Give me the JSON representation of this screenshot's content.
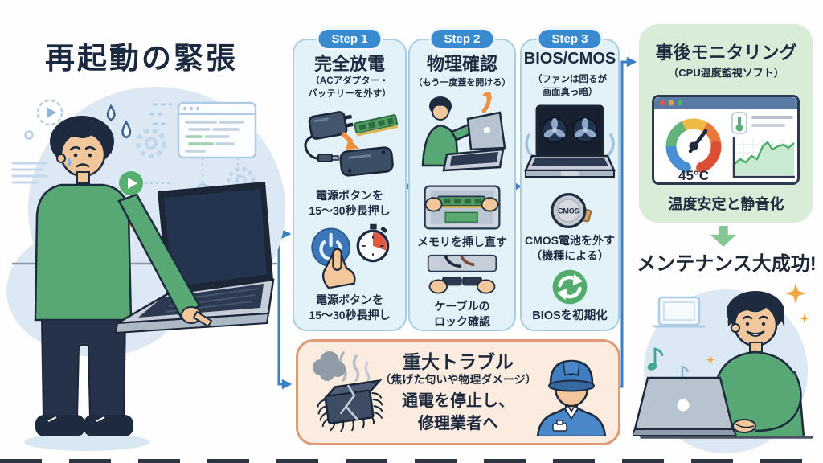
{
  "title": "再起動の緊張",
  "colors": {
    "accent_blue": "#3a80c4",
    "badge_blue": "#3a8ad0",
    "panel_blue_fill": "#e3f1f9",
    "panel_blue_border": "#a9cede",
    "monitor_green_fill": "#d8ecd8",
    "trouble_fill": "#fcecdf",
    "trouble_border": "#e19a76",
    "text_dark_navy": "#1d2a3e",
    "sweater_green": "#57a874",
    "warn_orange": "#ef8f3f"
  },
  "steps": [
    {
      "badge": "Step 1",
      "heading": "完全放電",
      "sub": [
        "（ACアダプター・",
        "バッテリーを外す）"
      ],
      "caption_power": [
        "電源ボタンを",
        "15〜30秒長押し"
      ]
    },
    {
      "badge": "Step 2",
      "heading": "物理確認",
      "sub": [
        "（もう一度蓋を開ける）"
      ],
      "caption_memory": "メモリを挿し直す",
      "caption_cable": [
        "ケーブルの",
        "ロック確認"
      ]
    },
    {
      "badge": "Step 3",
      "heading": "BIOS/CMOS",
      "sub": [
        "（ファンは回るが",
        "画面真っ暗）"
      ],
      "cmos_label": "CMOS",
      "caption_cmos": [
        "CMOS電池を外す",
        "（機種による）"
      ],
      "caption_bios": "BIOSを初期化"
    }
  ],
  "monitoring": {
    "title": "事後モニタリング",
    "sub": "（CPU温度監視ソフト）",
    "temperature": "45°C",
    "caption": "温度安定と静音化"
  },
  "success_text": "メンテナンス大成功!",
  "trouble": {
    "title": "重大トラブル",
    "sub": "（焦げた匂いや物理ダメージ）",
    "body": [
      "通電を停止し、",
      "修理業者へ"
    ]
  },
  "icons": {
    "power-icon": "⏻",
    "stopwatch-icon": "timer dial",
    "refresh-icon": "circular arrows",
    "cmos-battery-icon": "coin cell",
    "fan-icon": "3-blade fan",
    "gauge-icon": "temperature dial",
    "thermometer-icon": "thermometer",
    "down-arrow-icon": "▼",
    "gear-icon": "⚙",
    "play-icon": "▶"
  }
}
